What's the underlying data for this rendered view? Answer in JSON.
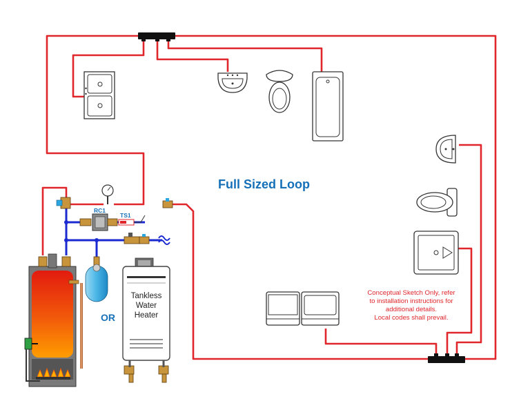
{
  "title": "Full Sized Loop",
  "or_label": "OR",
  "heater_label": [
    "Tankless",
    "Water",
    "Heater"
  ],
  "note_lines": [
    "Conceptual Sketch Only, refer",
    "to installation instructions for",
    "additional details.",
    "Local codes shall prevail."
  ],
  "component_labels": {
    "recirc_pump": "RC1",
    "temp_sensor": "TS1"
  },
  "colors": {
    "hot_loop": "#e0252b",
    "cold_supply": "#1a2ad0",
    "title_text": "#1670b8",
    "note_text": "#e0252b"
  }
}
